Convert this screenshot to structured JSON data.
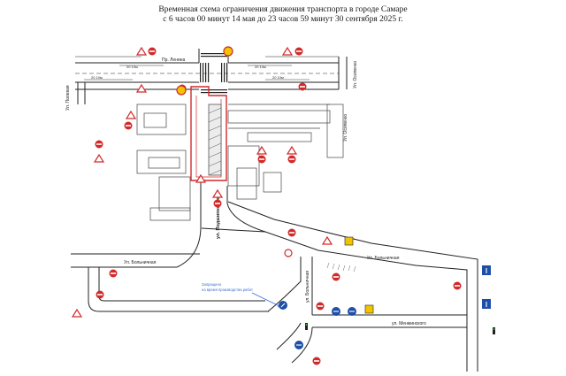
{
  "title": {
    "line1": "Временная схема ограничения движения транспорта в городе Самаре",
    "line2": "с 6 часов 00 минут 14 мая до 23 часов 59 минут 30 сентября 2025 г."
  },
  "streets": {
    "lenina": "Пр. Ленина",
    "polevaya": "Ул. Полевая",
    "osipenko": "Ул. Осипенко",
    "osipenko_right": "Ул. Осипенко",
    "podshipnikova": "ул. Подшипникова",
    "bolnichnaya_left": "Ул. Больничная",
    "bolnichnaya_right": "Ул. Больничная",
    "bolnichnaya_lower": "ул. Больничная",
    "menzhinskogo": "ул. Менжинского"
  },
  "lane_labels": {
    "top_left": "20 10м",
    "top_right": "20 10м",
    "bottom_left": "20 10м",
    "bottom_right": "20 10м"
  },
  "note": {
    "line1": "Запрещено",
    "line2": "на время производства работ"
  },
  "colors": {
    "road": "#222222",
    "work_zone": "#d22a2a",
    "note": "#3a6fd1",
    "sign_blue": "#1e4fa8",
    "sign_yellow": "#f2c400"
  }
}
